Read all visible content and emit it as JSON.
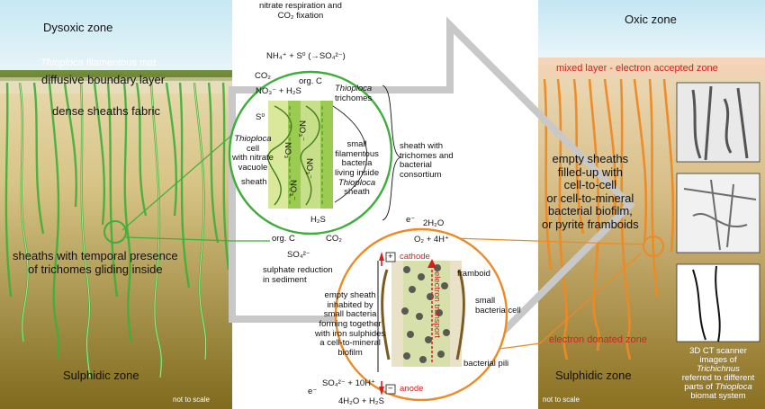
{
  "left_panel": {
    "title": "Dysoxic zone",
    "mat_prefix": "Thioploca",
    "mat_suffix": " filamentous mat",
    "boundary": "diffusive boundary layer",
    "fabric": "dense sheaths fabric",
    "gliding": "sheaths with temporal presence\nof trichomes gliding inside",
    "bottom": "Sulphidic zone",
    "scale_note": "not to scale"
  },
  "right_panel": {
    "title": "Oxic zone",
    "mixed": "mixed layer - electron accepted zone",
    "sheaths": "empty sheaths\nfilled-up with\ncell-to-cell\nor cell-to-mineral\nbacterial biofilm,\nor pyrite framboids",
    "donated": "electron donated zone",
    "bottom": "Sulphidic zone",
    "scale_note": "not to scale",
    "ct_caption_1": "3D CT scanner\nimages of",
    "ct_caption_genus": "Trichichnus",
    "ct_caption_2": "referred to different\nparts of",
    "ct_caption_genus2": "Thioploca",
    "ct_caption_3": "biomat system"
  },
  "top_circle": {
    "nitrate_resp": "nitrate respiration and\nCO₂ fixation",
    "reaction_top": "NH₄⁺ + S⁰ (→SO₄²⁻)",
    "co2": "CO₂",
    "org_c": "org. C",
    "no3_h2s": "NO₃⁻ + H₂S",
    "thioploca_trich_genus": "Thioploca",
    "thioploca_trich": "trichomes",
    "s0": "S⁰",
    "cell_genus": "Thioploca",
    "cell_label": "cell\nwith nitrate\nvacuole",
    "sheath": "sheath",
    "no3_label": "NO₃⁻",
    "small_bact": "small\nfilamentous\nbacteria\nliving inside",
    "small_bact_genus": "Thioploca",
    "small_bact_end": "sheath",
    "consortium": "sheath with\ntrichomes and\nbacterial\nconsortium",
    "h2s": "H₂S",
    "org_c2": "org. C",
    "co2_2": "CO₂",
    "so4": "SO₄²⁻",
    "sulphate_red": "sulphate reduction\nin sediment"
  },
  "bottom_circle": {
    "e_top": "e⁻",
    "h2o": "2H₂O",
    "o2": "O₂ + 4H⁺",
    "cathode": "cathode",
    "framboid": "framboid",
    "empty_sheath": "empty sheath\ninhabited by\nsmall bacteria\nforming together\nwith iron sulphides\na cell-to-mineral\nbiofilm",
    "small_cell": "small\nbacteria cell",
    "electron_transport": "electron transport",
    "pili": "bacterial pili",
    "anode": "anode",
    "e_bottom": "e⁻",
    "so4_eq": "SO₄²⁻ + 10H⁺",
    "h2o_eq": "4H₂O + H₂S",
    "plus": "+",
    "minus": "−"
  },
  "colors": {
    "green": "#3fae3a",
    "orange": "#ee8a24",
    "red": "#d22020",
    "sky": "#c7e6f4",
    "sediment_top": "#f6ead0",
    "sediment_bottom": "#8a7420"
  }
}
